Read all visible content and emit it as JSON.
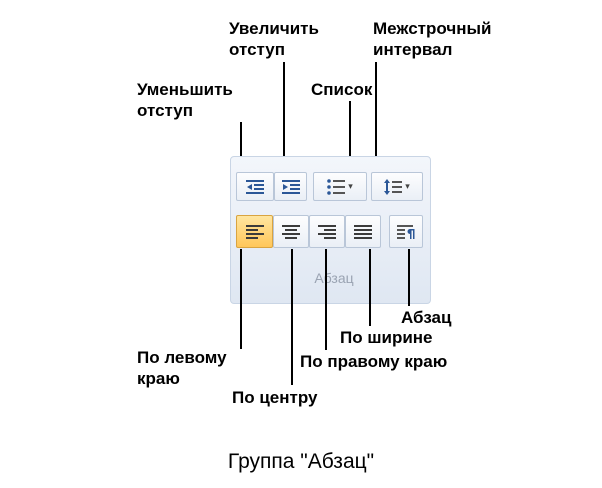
{
  "callouts": {
    "increase_indent": [
      "Увеличить",
      "отступ"
    ],
    "line_spacing": [
      "Межстрочный",
      "интервал"
    ],
    "decrease_indent": [
      "Уменьшить",
      "отступ"
    ],
    "list": "Список",
    "paragraph": "Абзац",
    "justify": "По ширине",
    "align_left": [
      "По левому",
      "краю"
    ],
    "align_right": "По правому краю",
    "align_center": "По центру"
  },
  "ribbon": {
    "group_label": "Абзац",
    "buttons": [
      {
        "name": "decrease-indent",
        "icon": "decrease-indent-icon"
      },
      {
        "name": "increase-indent",
        "icon": "increase-indent-icon"
      },
      {
        "name": "bullet-list",
        "icon": "bullet-list-icon",
        "caret": "▾"
      },
      {
        "name": "line-spacing",
        "icon": "line-spacing-icon",
        "caret": "▾"
      },
      {
        "name": "align-left",
        "icon": "align-left-icon",
        "active": true
      },
      {
        "name": "align-center",
        "icon": "align-center-icon"
      },
      {
        "name": "align-right",
        "icon": "align-right-icon"
      },
      {
        "name": "justify",
        "icon": "justify-icon"
      },
      {
        "name": "paragraph-settings",
        "icon": "paragraph-settings-icon"
      }
    ],
    "colors": {
      "accent": "#ffc75a",
      "icon_blue": "#2b5797",
      "group_label": "#9aa3b2"
    }
  },
  "caption": "Группа \"Абзац\""
}
